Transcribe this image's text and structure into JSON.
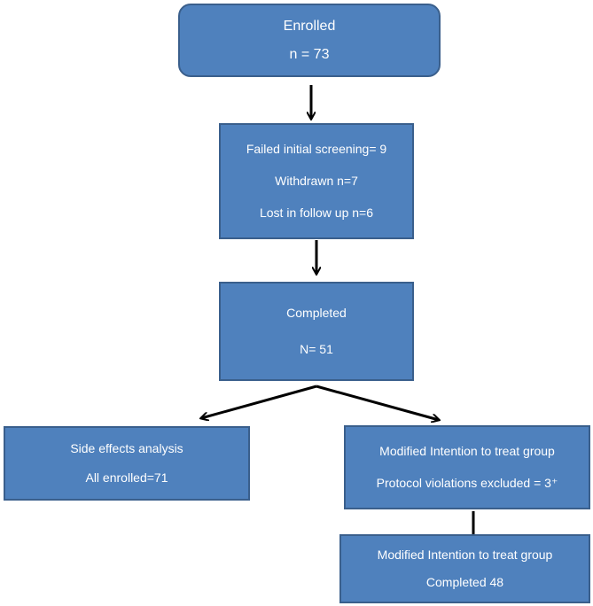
{
  "nodes": {
    "enrolled": {
      "lines": [
        "Enrolled",
        "n = 73"
      ]
    },
    "exclusions": {
      "lines": [
        "Failed initial screening= 9",
        "Withdrawn n=7",
        "Lost in follow up n=6"
      ]
    },
    "completed": {
      "lines": [
        "Completed",
        "N= 51"
      ]
    },
    "side_effects": {
      "lines": [
        "Side effects analysis",
        "All enrolled=71"
      ]
    },
    "mitt_group": {
      "lines": [
        "Modified Intention to treat group",
        "Protocol violations excluded = 3⁺"
      ]
    },
    "mitt_completed": {
      "lines": [
        "Modified Intention to treat group",
        "Completed 48"
      ]
    }
  },
  "colors": {
    "box_fill": "#4f81bd",
    "box_border": "#3a5f8c",
    "text": "#ffffff",
    "arrow": "#000000"
  }
}
